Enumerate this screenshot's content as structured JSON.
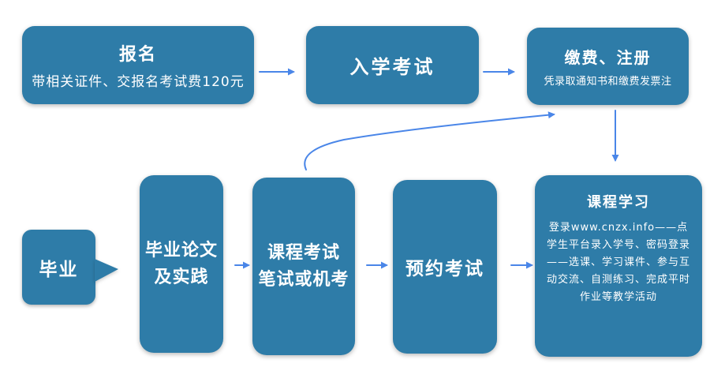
{
  "colors": {
    "box": "#2e7ca8",
    "arrow": "#4a86e8",
    "text": "#ffffff",
    "background": "#ffffff"
  },
  "flow": {
    "baoming": {
      "title": "报名",
      "subtitle": "带相关证件、交报名考试费120元"
    },
    "ruxue": {
      "title": "入学考试"
    },
    "jiaofei": {
      "title": "缴费、注册",
      "subtitle": "凭录取通知书和缴费发票注"
    },
    "kecheng": {
      "title": "课程学习",
      "body": "登录www.cnzx.info——点学生平台录入学号、密码登录——选课、学习课件、参与互动交流、自测练习、完成平时作业等教学活动"
    },
    "yuyue": {
      "title": "预约考试"
    },
    "kaoshi": {
      "line1": "课程考试",
      "line2": "笔试或机考"
    },
    "lunwen": {
      "line1": "毕业论文",
      "line2": "及实践"
    },
    "biye": {
      "title": "毕业"
    }
  }
}
